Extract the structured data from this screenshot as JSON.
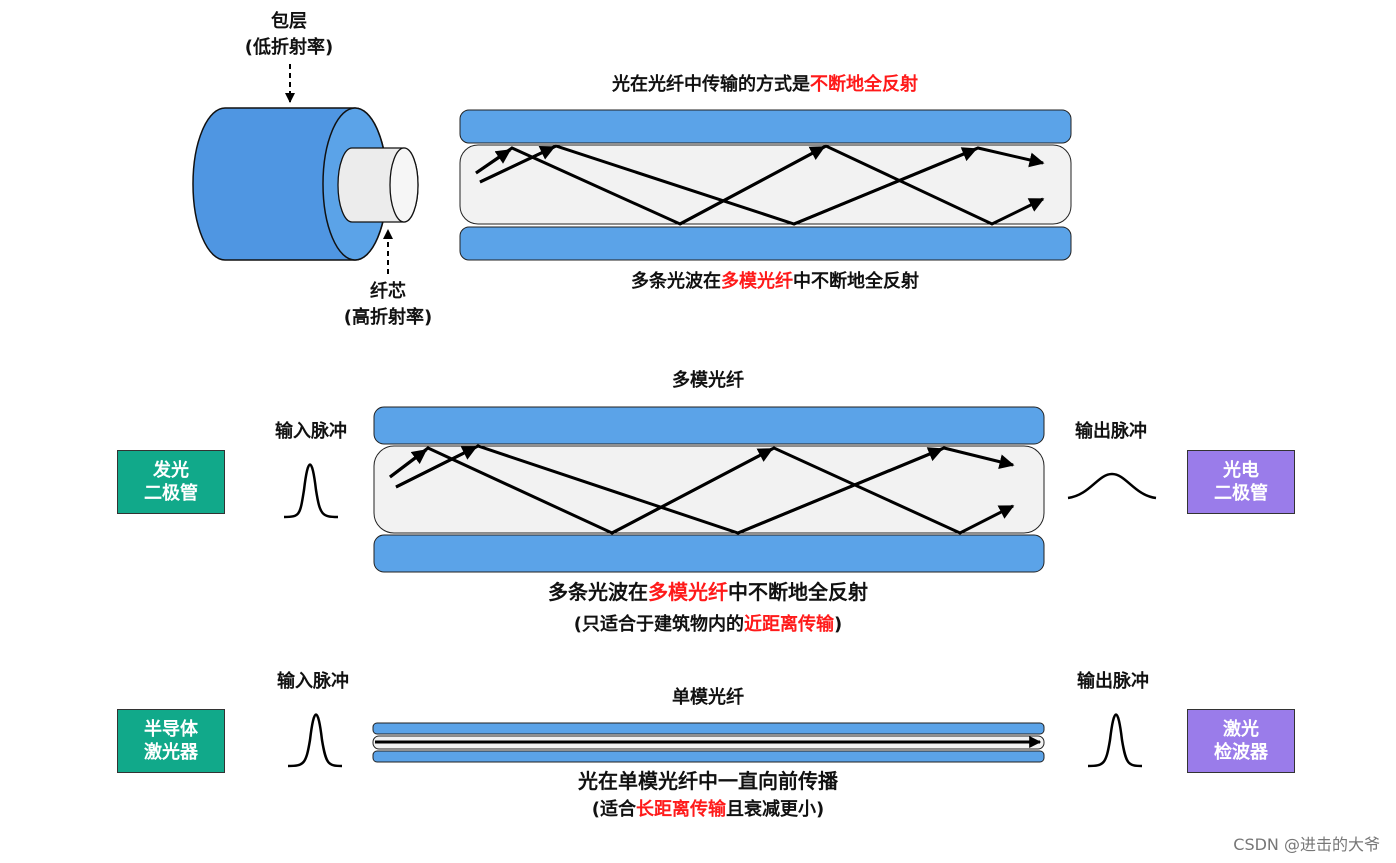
{
  "fiber_structure": {
    "cladding_label": "包层",
    "cladding_sub": "(低折射率)",
    "core_label": "纤芯",
    "core_sub": "(高折射率)"
  },
  "top_diagram": {
    "title_prefix": "光在光纤中传输的方式是",
    "title_highlight": "不断地全反射",
    "caption_prefix": "多条光波在",
    "caption_highlight": "多模光纤",
    "caption_suffix": "中不断地全反射"
  },
  "multimode": {
    "title": "多模光纤",
    "input_label": "输入脉冲",
    "output_label": "输出脉冲",
    "source_line1": "发光",
    "source_line2": "二极管",
    "detector_line1": "光电",
    "detector_line2": "二极管",
    "caption_prefix": "多条光波在",
    "caption_highlight": "多模光纤",
    "caption_suffix": "中不断地全反射",
    "note_prefix": "(只适合于建筑物内的",
    "note_highlight": "近距离传输",
    "note_suffix": ")"
  },
  "singlemode": {
    "title": "单模光纤",
    "input_label": "输入脉冲",
    "output_label": "输出脉冲",
    "source_line1": "半导体",
    "source_line2": "激光器",
    "detector_line1": "激光",
    "detector_line2": "检波器",
    "caption": "光在单模光纤中一直向前传播",
    "note_prefix": "(适合",
    "note_highlight": "长距离传输",
    "note_suffix": "且衰减更小)"
  },
  "colors": {
    "cladding_blue": "#5ba3e8",
    "core_gray": "#f2f2f2",
    "highlight_red": "#ff1a1a",
    "source_green": "#11a98a",
    "detector_purple": "#9a7cea"
  },
  "watermark": "CSDN @进击的大爷"
}
